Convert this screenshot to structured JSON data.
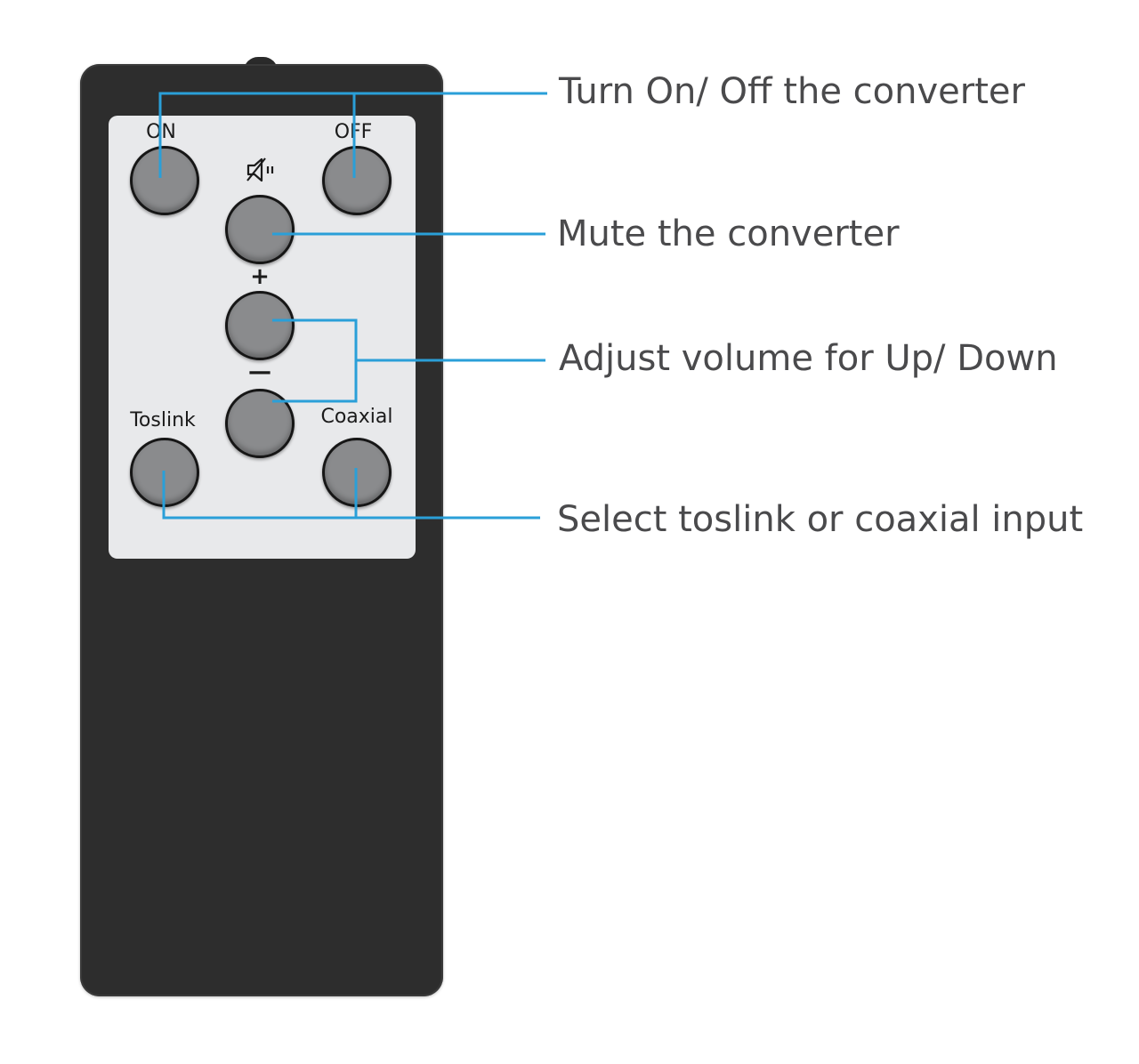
{
  "remote": {
    "buttons": {
      "on_label": "ON",
      "off_label": "OFF",
      "toslink_label": "Toslink",
      "coaxial_label": "Coaxial",
      "plus_sign": "+",
      "minus_sign": "—",
      "mute_icon": "speaker-mute-icon"
    },
    "colors": {
      "body": "#2d2d2d",
      "panel": "#e8e9eb",
      "button": "#8a8b8d",
      "leader_line": "#2a9fd8",
      "callout_text": "#4a4a4c"
    }
  },
  "callouts": {
    "power": "Turn On/ Off the converter",
    "mute": "Mute the converter",
    "volume": "Adjust volume for Up/ Down",
    "input": "Select toslink or coaxial input"
  }
}
